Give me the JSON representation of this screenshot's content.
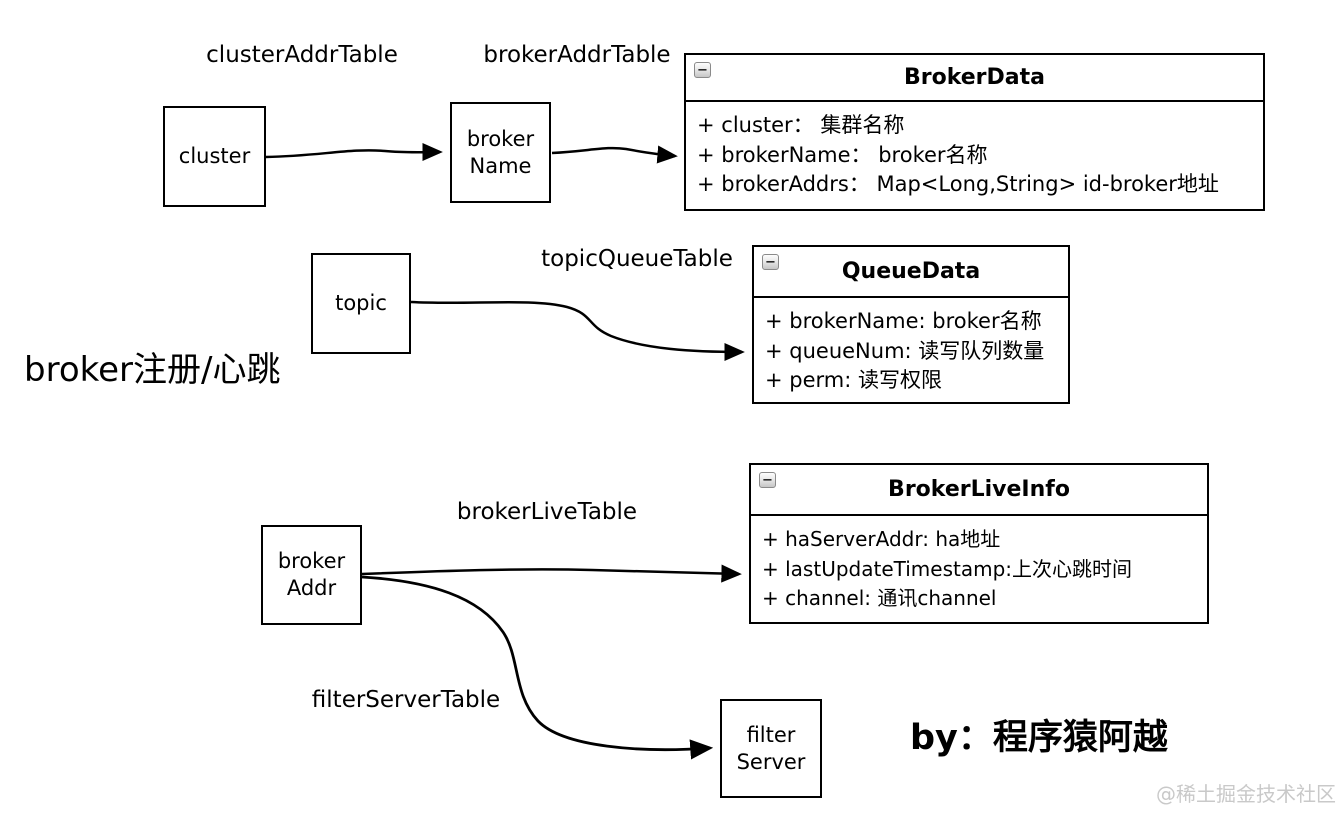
{
  "diagram": {
    "side_label": "broker注册/心跳",
    "author": "by：程序猿阿越",
    "watermark": "@稀土掘金技术社区",
    "colors": {
      "background": "#ffffff",
      "stroke": "#000000",
      "watermark": "#c9c9c9",
      "collapse_button_face": "#e9e9e9"
    },
    "icons": {
      "collapse_glyph": "−"
    },
    "edge_labels": {
      "cluster_addr_table": "clusterAddrTable",
      "broker_addr_table": "brokerAddrTable",
      "topic_queue_table": "topicQueueTable",
      "broker_live_table": "brokerLiveTable",
      "filter_server_table": "filterServerTable"
    },
    "nodes": {
      "cluster": {
        "label": "cluster"
      },
      "broker_name": {
        "line1": "broker",
        "line2": "Name"
      },
      "topic": {
        "label": "topic"
      },
      "broker_addr": {
        "line1": "broker",
        "line2": "Addr"
      },
      "filter_server": {
        "line1": "filter",
        "line2": "Server"
      }
    },
    "classes": {
      "broker_data": {
        "title": "BrokerData",
        "attributes": [
          "+ cluster： 集群名称",
          "+ brokerName： broker名称",
          "+ brokerAddrs： Map<Long,String> id-broker地址"
        ]
      },
      "queue_data": {
        "title": "QueueData",
        "attributes": [
          "+ brokerName: broker名称",
          "+ queueNum: 读写队列数量",
          "+ perm: 读写权限"
        ]
      },
      "broker_live_info": {
        "title": "BrokerLiveInfo",
        "attributes": [
          "+ haServerAddr: ha地址",
          "+ lastUpdateTimestamp:上次心跳时间",
          "+ channel: 通讯channel"
        ]
      }
    }
  }
}
